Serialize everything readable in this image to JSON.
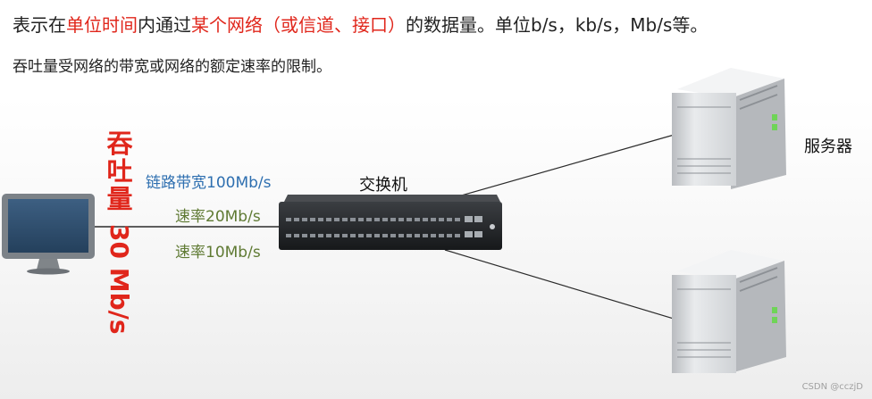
{
  "header": {
    "line1": {
      "p1": "表示在",
      "h1": "单位时间",
      "p2": "内通过",
      "h2": "某个网络（或信道、接口）",
      "p3": "的数据量。单位b/s，kb/s，Mb/s等。"
    },
    "line2": "吞吐量受网络的带宽或网络的额定速率的限制。"
  },
  "throughput": {
    "chars": [
      "吞",
      "吐",
      "量"
    ],
    "value": "30 Mb/s"
  },
  "link_labels": {
    "bandwidth": "链路带宽100Mb/s",
    "rate1": "速率20Mb/s",
    "rate2": "速率10Mb/s"
  },
  "switch_label": "交换机",
  "server_label": "服务器",
  "watermark": "CSDN @cczjD",
  "colors": {
    "highlight": "#e0261b",
    "blue_label": "#2e6fb0",
    "olive_label": "#5f7a33"
  }
}
